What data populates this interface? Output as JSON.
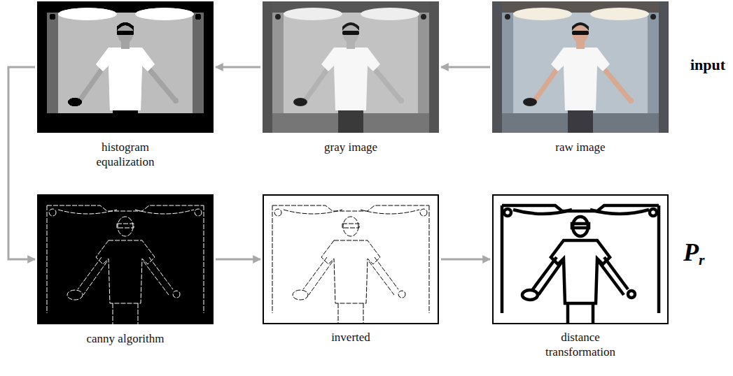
{
  "diagram": {
    "nodes": [
      {
        "text": [
          "histogram equalization"
        ]
      },
      {
        "text": [
          "gray image"
        ]
      },
      {
        "text": [
          "raw image"
        ]
      },
      {
        "text": [
          "canny algorithm"
        ]
      },
      {
        "text": [
          "inverted"
        ]
      },
      {
        "text": [
          "distance transformation"
        ]
      }
    ],
    "edges": [
      {
        "from": 2,
        "to": 1,
        "arrow": "to"
      },
      {
        "from": 1,
        "to": 0,
        "arrow": "to"
      },
      {
        "from": 0,
        "to": 3,
        "arrow": "to"
      },
      {
        "from": 3,
        "to": 4,
        "arrow": "to"
      },
      {
        "from": 4,
        "to": 5,
        "arrow": "to"
      }
    ],
    "labels": [
      "input",
      "Pr"
    ]
  }
}
